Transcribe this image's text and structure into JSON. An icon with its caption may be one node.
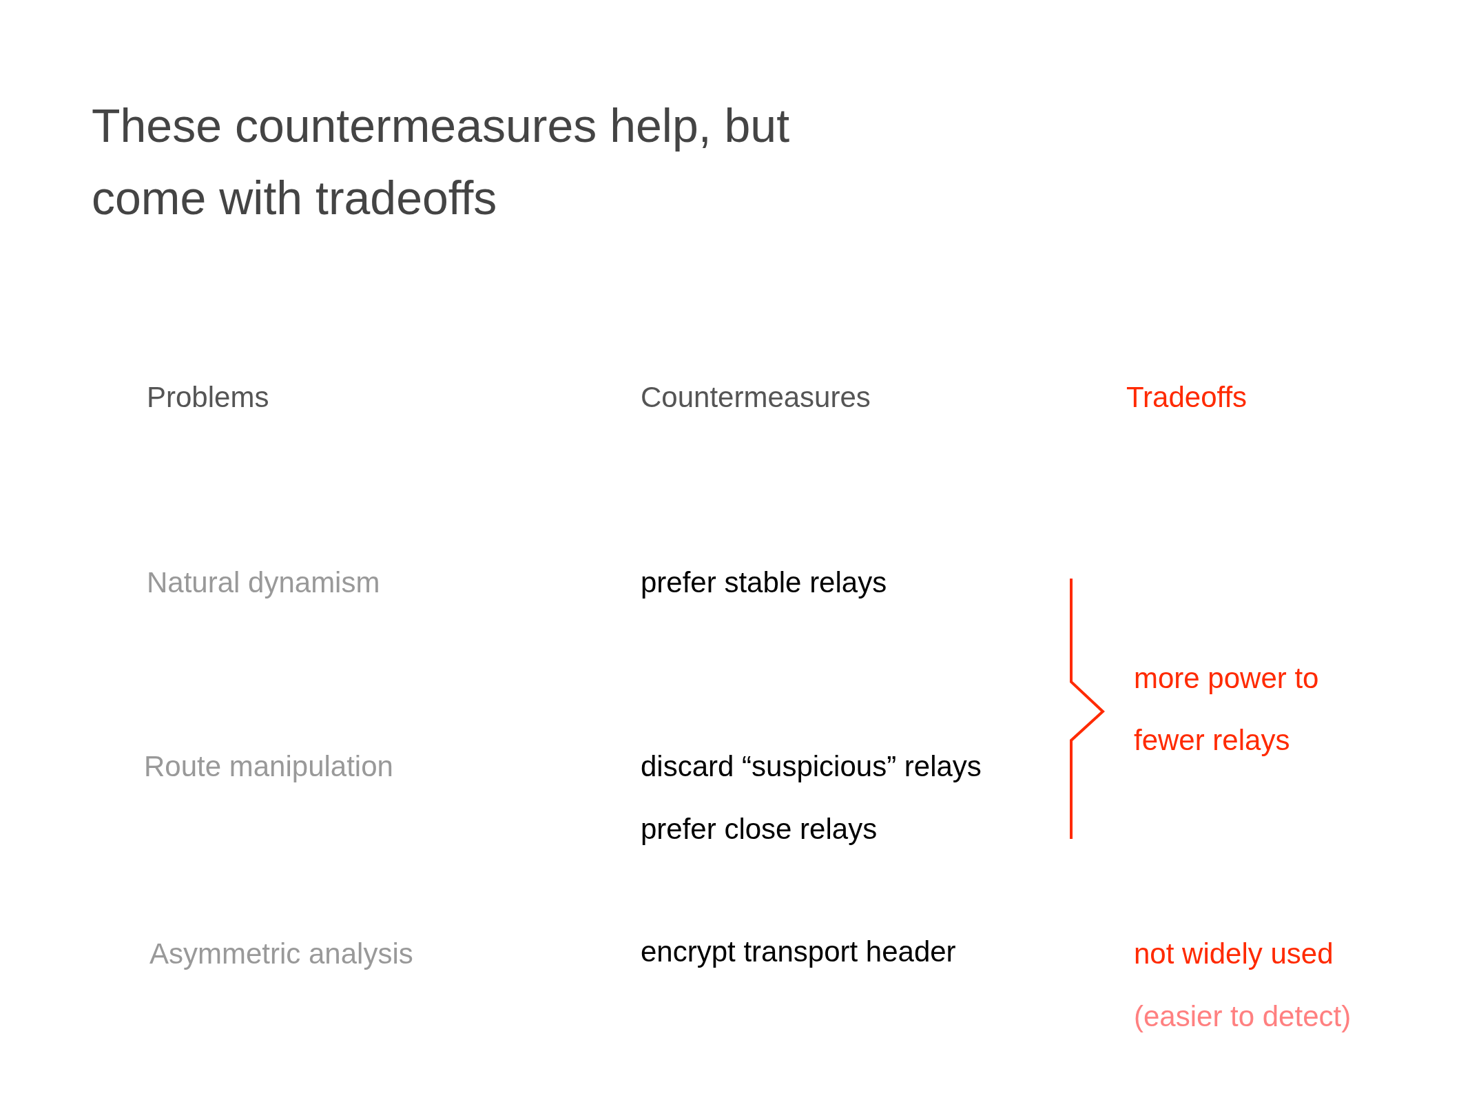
{
  "diagram": {
    "title": "These countermeasures help, but come with tradeoffs",
    "labels": [
      "Problems",
      "Countermeasures",
      "Tradeoffs",
      "Natural dynamism",
      "prefer stable relays",
      "more power to fewer relays",
      "Route manipulation",
      "discard “suspicious” relays",
      "prefer close relays",
      "Asymmetric analysis",
      "encrypt transport header",
      "not widely used",
      "(easier to detect)"
    ]
  }
}
